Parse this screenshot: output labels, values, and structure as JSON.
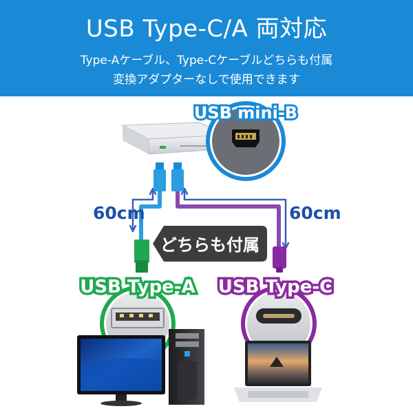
{
  "header": {
    "title": "USB Type-C/A 両対応",
    "line1": "Type-Aケーブル、Type-Cケーブルどちらも付属",
    "line2": "変換アダプターなしで使用できます"
  },
  "labels": {
    "mini_b": "USB mini-B",
    "type_a": "USB Type-A",
    "type_c": "USB Type-C",
    "length_left": "60cm",
    "length_right": "60cm",
    "included": "どちらも付属"
  },
  "icons": {
    "drive": "optical-drive-icon",
    "mini_b_port": "usb-mini-b-port-icon",
    "type_a_port": "usb-type-a-port-icon",
    "type_c_port": "usb-type-c-port-icon",
    "monitor": "desktop-monitor-icon",
    "tower": "pc-tower-icon",
    "laptop": "laptop-icon"
  },
  "colors": {
    "banner": "#1a8ad6",
    "type_a": "#1aa04a",
    "type_c": "#8a2aa0",
    "cable_blue": "#2a9ee0"
  }
}
